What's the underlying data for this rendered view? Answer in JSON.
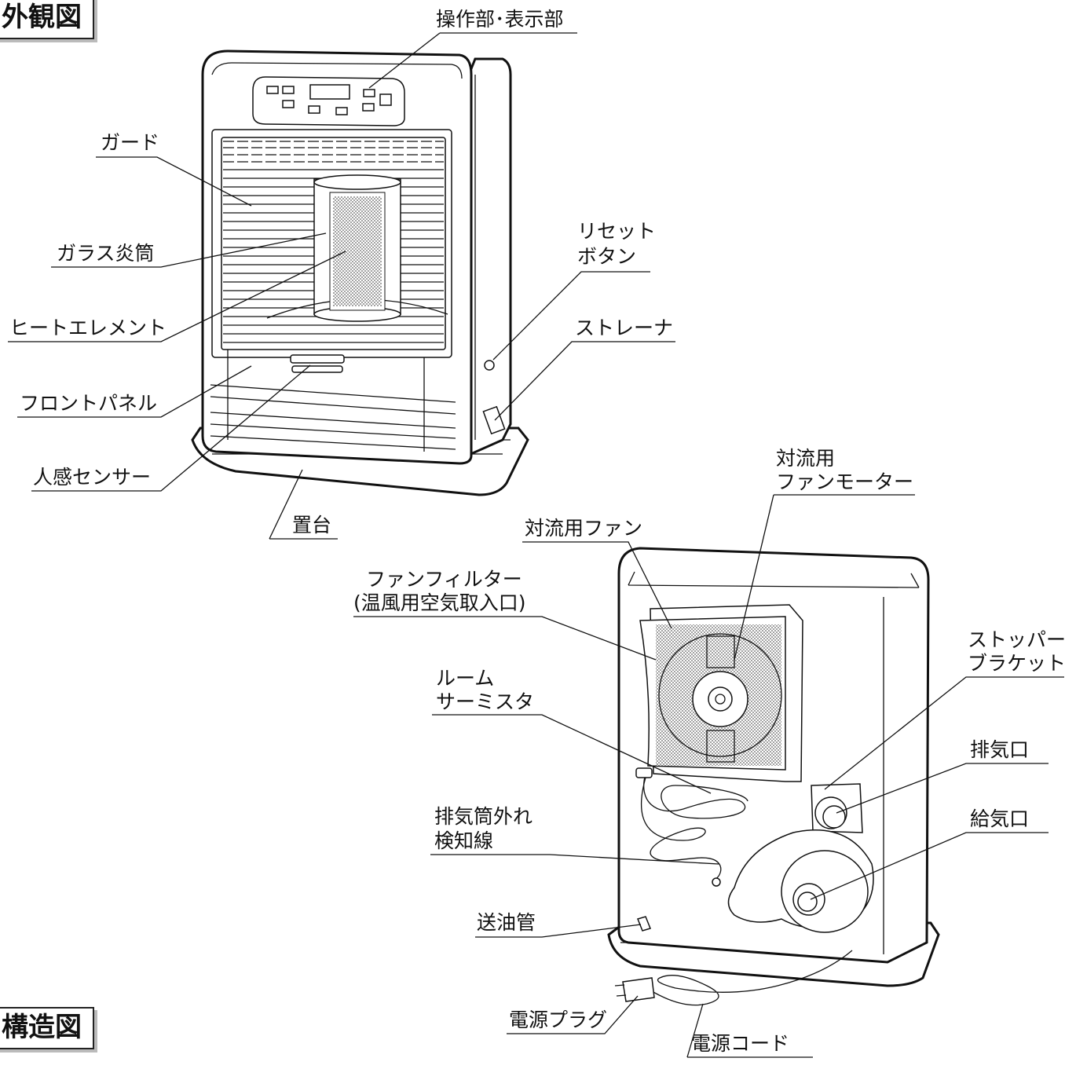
{
  "sections": {
    "exterior_title": "外観図",
    "structure_title": "構造図"
  },
  "front_labels": {
    "control_panel": "操作部･表示部",
    "guard": "ガード",
    "glass_chimney": "ガラス炎筒",
    "heat_element": "ヒートエレメント",
    "front_panel": "フロントパネル",
    "motion_sensor": "人感センサー",
    "base": "置台",
    "reset_button_l1": "リセット",
    "reset_button_l2": "ボタン",
    "strainer": "ストレーナ"
  },
  "back_labels": {
    "fan_motor_l1": "対流用",
    "fan_motor_l2": "ファンモーター",
    "convection_fan": "対流用ファン",
    "fan_filter_l1": "ファンフィルター",
    "fan_filter_l2": "(温風用空気取入口)",
    "room_thermistor_l1": "ルーム",
    "room_thermistor_l2": "サーミスタ",
    "exhaust_detect_l1": "排気筒外れ",
    "exhaust_detect_l2": "検知線",
    "oil_pipe": "送油管",
    "power_plug": "電源プラグ",
    "power_cord": "電源コード",
    "stopper_bracket_l1": "ストッパー",
    "stopper_bracket_l2": "ブラケット",
    "exhaust_port": "排気口",
    "intake_port": "給気口"
  }
}
